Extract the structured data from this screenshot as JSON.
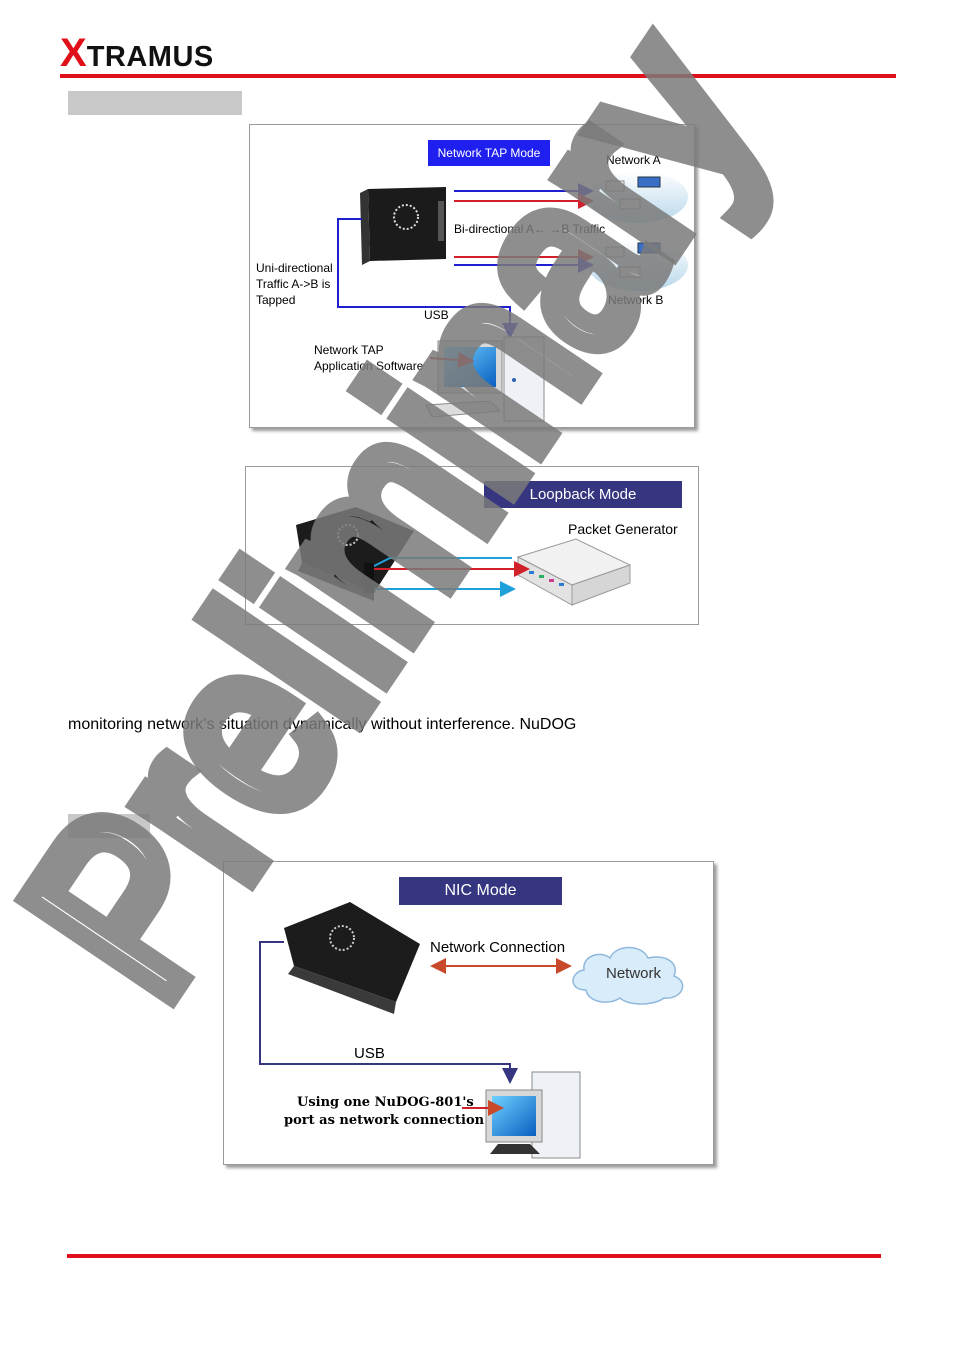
{
  "header": {
    "logo_x": "X",
    "logo_rest": "TRAMUS",
    "accent_color": "#e0101a"
  },
  "tap_figure": {
    "mode_label": "Network TAP Mode",
    "network_a": "Network A",
    "network_b": "Network B",
    "bidirectional": "Bi-directional A← →B Traffic",
    "uni_line1": "Uni-directional",
    "uni_line2": "Traffic A->B is",
    "uni_line3": "Tapped",
    "usb": "USB",
    "software_line1": "Network TAP",
    "software_line2": "Application Software"
  },
  "loopback_figure": {
    "mode_label": "Loopback Mode",
    "packet_generator": "Packet Generator"
  },
  "body": {
    "paragraph": "monitoring network’s situation dynamically without interference. NuDOG"
  },
  "nic_figure": {
    "mode_label": "NIC Mode",
    "network_connection": "Network Connection",
    "network": "Network",
    "usb": "USB",
    "caption_line1": "Using one NuDOG-801's",
    "caption_line2": "port as network connection"
  },
  "watermark": {
    "text": "Preliminary"
  },
  "colors": {
    "mode_box_blue": "#1f1ff0",
    "mode_box_navy": "#353580",
    "arrow_red": "#d0202a",
    "arrow_blue": "#1f1fd0",
    "arrow_cyan": "#1fa0d8"
  }
}
